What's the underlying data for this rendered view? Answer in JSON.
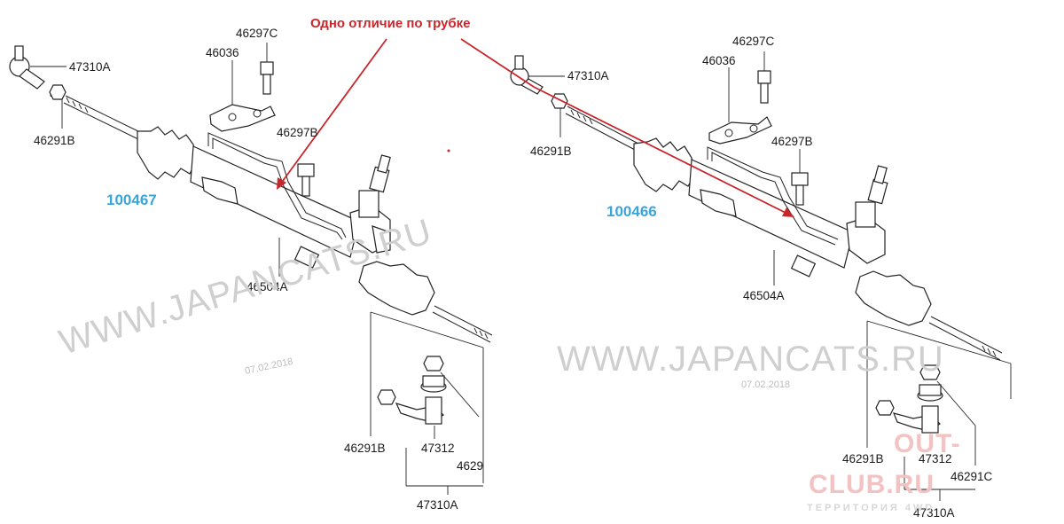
{
  "note": "Одно отличие по трубке",
  "watermark": "WWW.JAPANCATS.RU",
  "date": "07.02.2018",
  "logo": {
    "top": "OUT-",
    "bottom": "CLUB.RU",
    "tagline": "ТЕРРИТОРИЯ 4WD"
  },
  "colors": {
    "note": "#c8262b",
    "code": "#3aa5d9",
    "watermark": "#cfcfcf"
  },
  "left": {
    "code": "100467",
    "labels": {
      "tie_rod_end_top": "47310A",
      "bracket": "46036",
      "bolt_c": "46297C",
      "nut_top": "46291B",
      "bolt_b": "46297B",
      "rack": "46504A",
      "nut_bottom": "46291B",
      "ball_joint": "47312",
      "part_4629": "4629",
      "tie_rod_end_bottom": "47310A"
    }
  },
  "right": {
    "code": "100466",
    "labels": {
      "tie_rod_end_top": "47310A",
      "bracket": "46036",
      "bolt_c": "46297C",
      "nut_top": "46291B",
      "bolt_b": "46297B",
      "rack": "46504A",
      "nut_bottom": "46291B",
      "ball_joint": "47312",
      "part_46291c": "46291C",
      "tie_rod_end_bottom": "47310A"
    }
  }
}
